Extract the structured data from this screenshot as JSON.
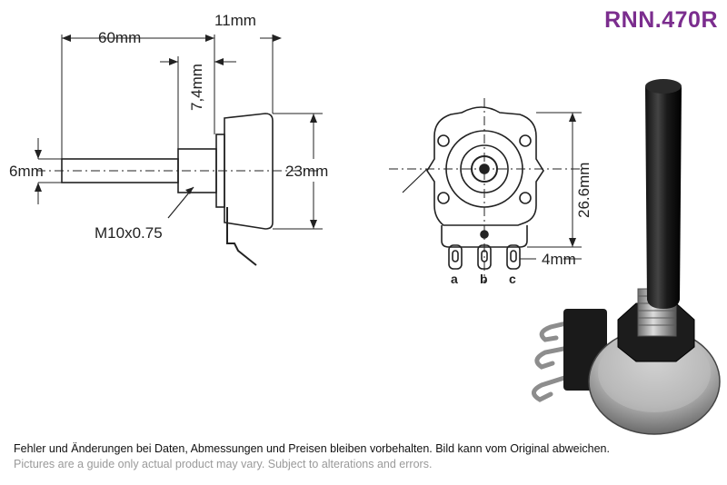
{
  "product": {
    "code": "RNN.470R"
  },
  "side_view": {
    "dims": {
      "shaft_length": "60mm",
      "front_depth": "11mm",
      "bushing_length": "7,4mm",
      "shaft_diameter": "6mm",
      "body_diameter": "23mm",
      "thread": "M10x0.75"
    }
  },
  "front_view": {
    "dims": {
      "height": "26.6mm",
      "pin_pitch": "4mm"
    },
    "pins": [
      "a",
      "b",
      "c"
    ]
  },
  "colors": {
    "code": "#7b2d8e",
    "disclaimer_primary": "#111111",
    "disclaimer_secondary": "#9a9a9a"
  },
  "disclaimer": {
    "de": "Fehler und Änderungen bei Daten, Abmessungen und Preisen bleiben vorbehalten. Bild kann vom Original abweichen.",
    "en": "Pictures are a guide only actual product may vary. Subject to alterations and errors."
  }
}
